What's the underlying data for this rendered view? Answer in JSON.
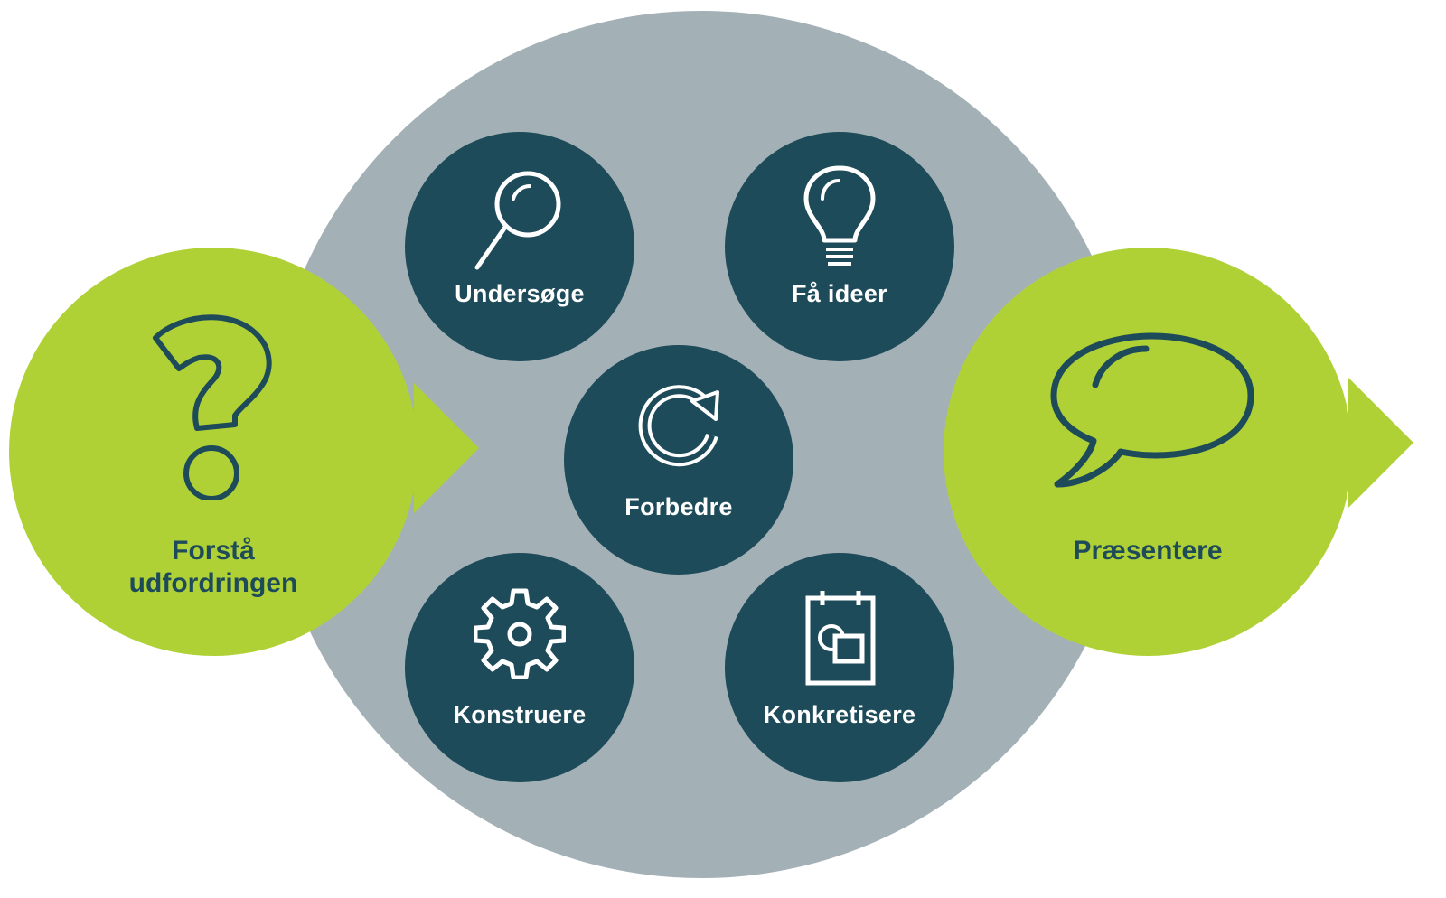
{
  "colors": {
    "green": "#b0d136",
    "grey": "#a3b1b7",
    "dark_teal": "#1e4b59",
    "white": "#ffffff"
  },
  "start": {
    "label_line1": "Forstå",
    "label_line2": "udfordringen",
    "icon": "question-mark-icon"
  },
  "end": {
    "label": "Præsentere",
    "icon": "speech-bubble-icon"
  },
  "phases": [
    {
      "label": "Undersøge",
      "icon": "magnifier-icon"
    },
    {
      "label": "Få ideer",
      "icon": "lightbulb-icon"
    },
    {
      "label": "Forbedre",
      "icon": "refresh-icon"
    },
    {
      "label": "Konstruere",
      "icon": "gear-icon"
    },
    {
      "label": "Konkretisere",
      "icon": "notepad-icon"
    }
  ]
}
